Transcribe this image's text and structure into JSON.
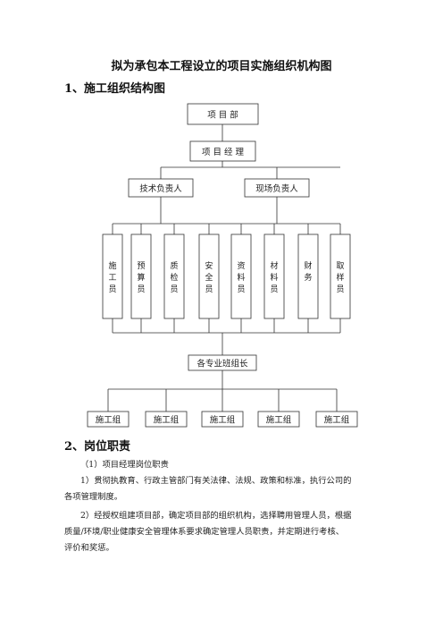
{
  "document": {
    "title": "拟为承包本工程设立的项目实施组织机构图",
    "section1_heading": "1、施工组织结构图",
    "section2_heading": "2、岗位职责",
    "item1_heading": "（1）项目经理岗位职责",
    "para1_line1": "1）贯彻执教育、行政主管部门有关法律、法规、政策和标准，执行公司的",
    "para1_line2": "各项管理制度。",
    "para2_line1": "2）经授权组建项目部，确定项目部的组织机构，选择聘用管理人员，根据",
    "para2_line2": "质量/环境/职业健康安全管理体系要求确定管理人员职责，并定期进行考核、",
    "para2_line3": "评价和奖惩。"
  },
  "org_chart": {
    "top": "项 目 部",
    "manager": "项 目 经 理",
    "tech_lead": "技术负责人",
    "site_lead": "现场负责人",
    "staff": [
      [
        "施",
        "工",
        "员"
      ],
      [
        "预",
        "算",
        "员"
      ],
      [
        "质",
        "检",
        "员"
      ],
      [
        "安",
        "全",
        "员"
      ],
      [
        "资",
        "料",
        "员"
      ],
      [
        "材",
        "料",
        "员"
      ],
      [
        "财",
        "务"
      ],
      [
        "取",
        "样",
        "员"
      ]
    ],
    "team_leader": "各专业班组长",
    "groups": [
      "施工组",
      "施工组",
      "施工组",
      "施工组",
      "施工组"
    ]
  }
}
